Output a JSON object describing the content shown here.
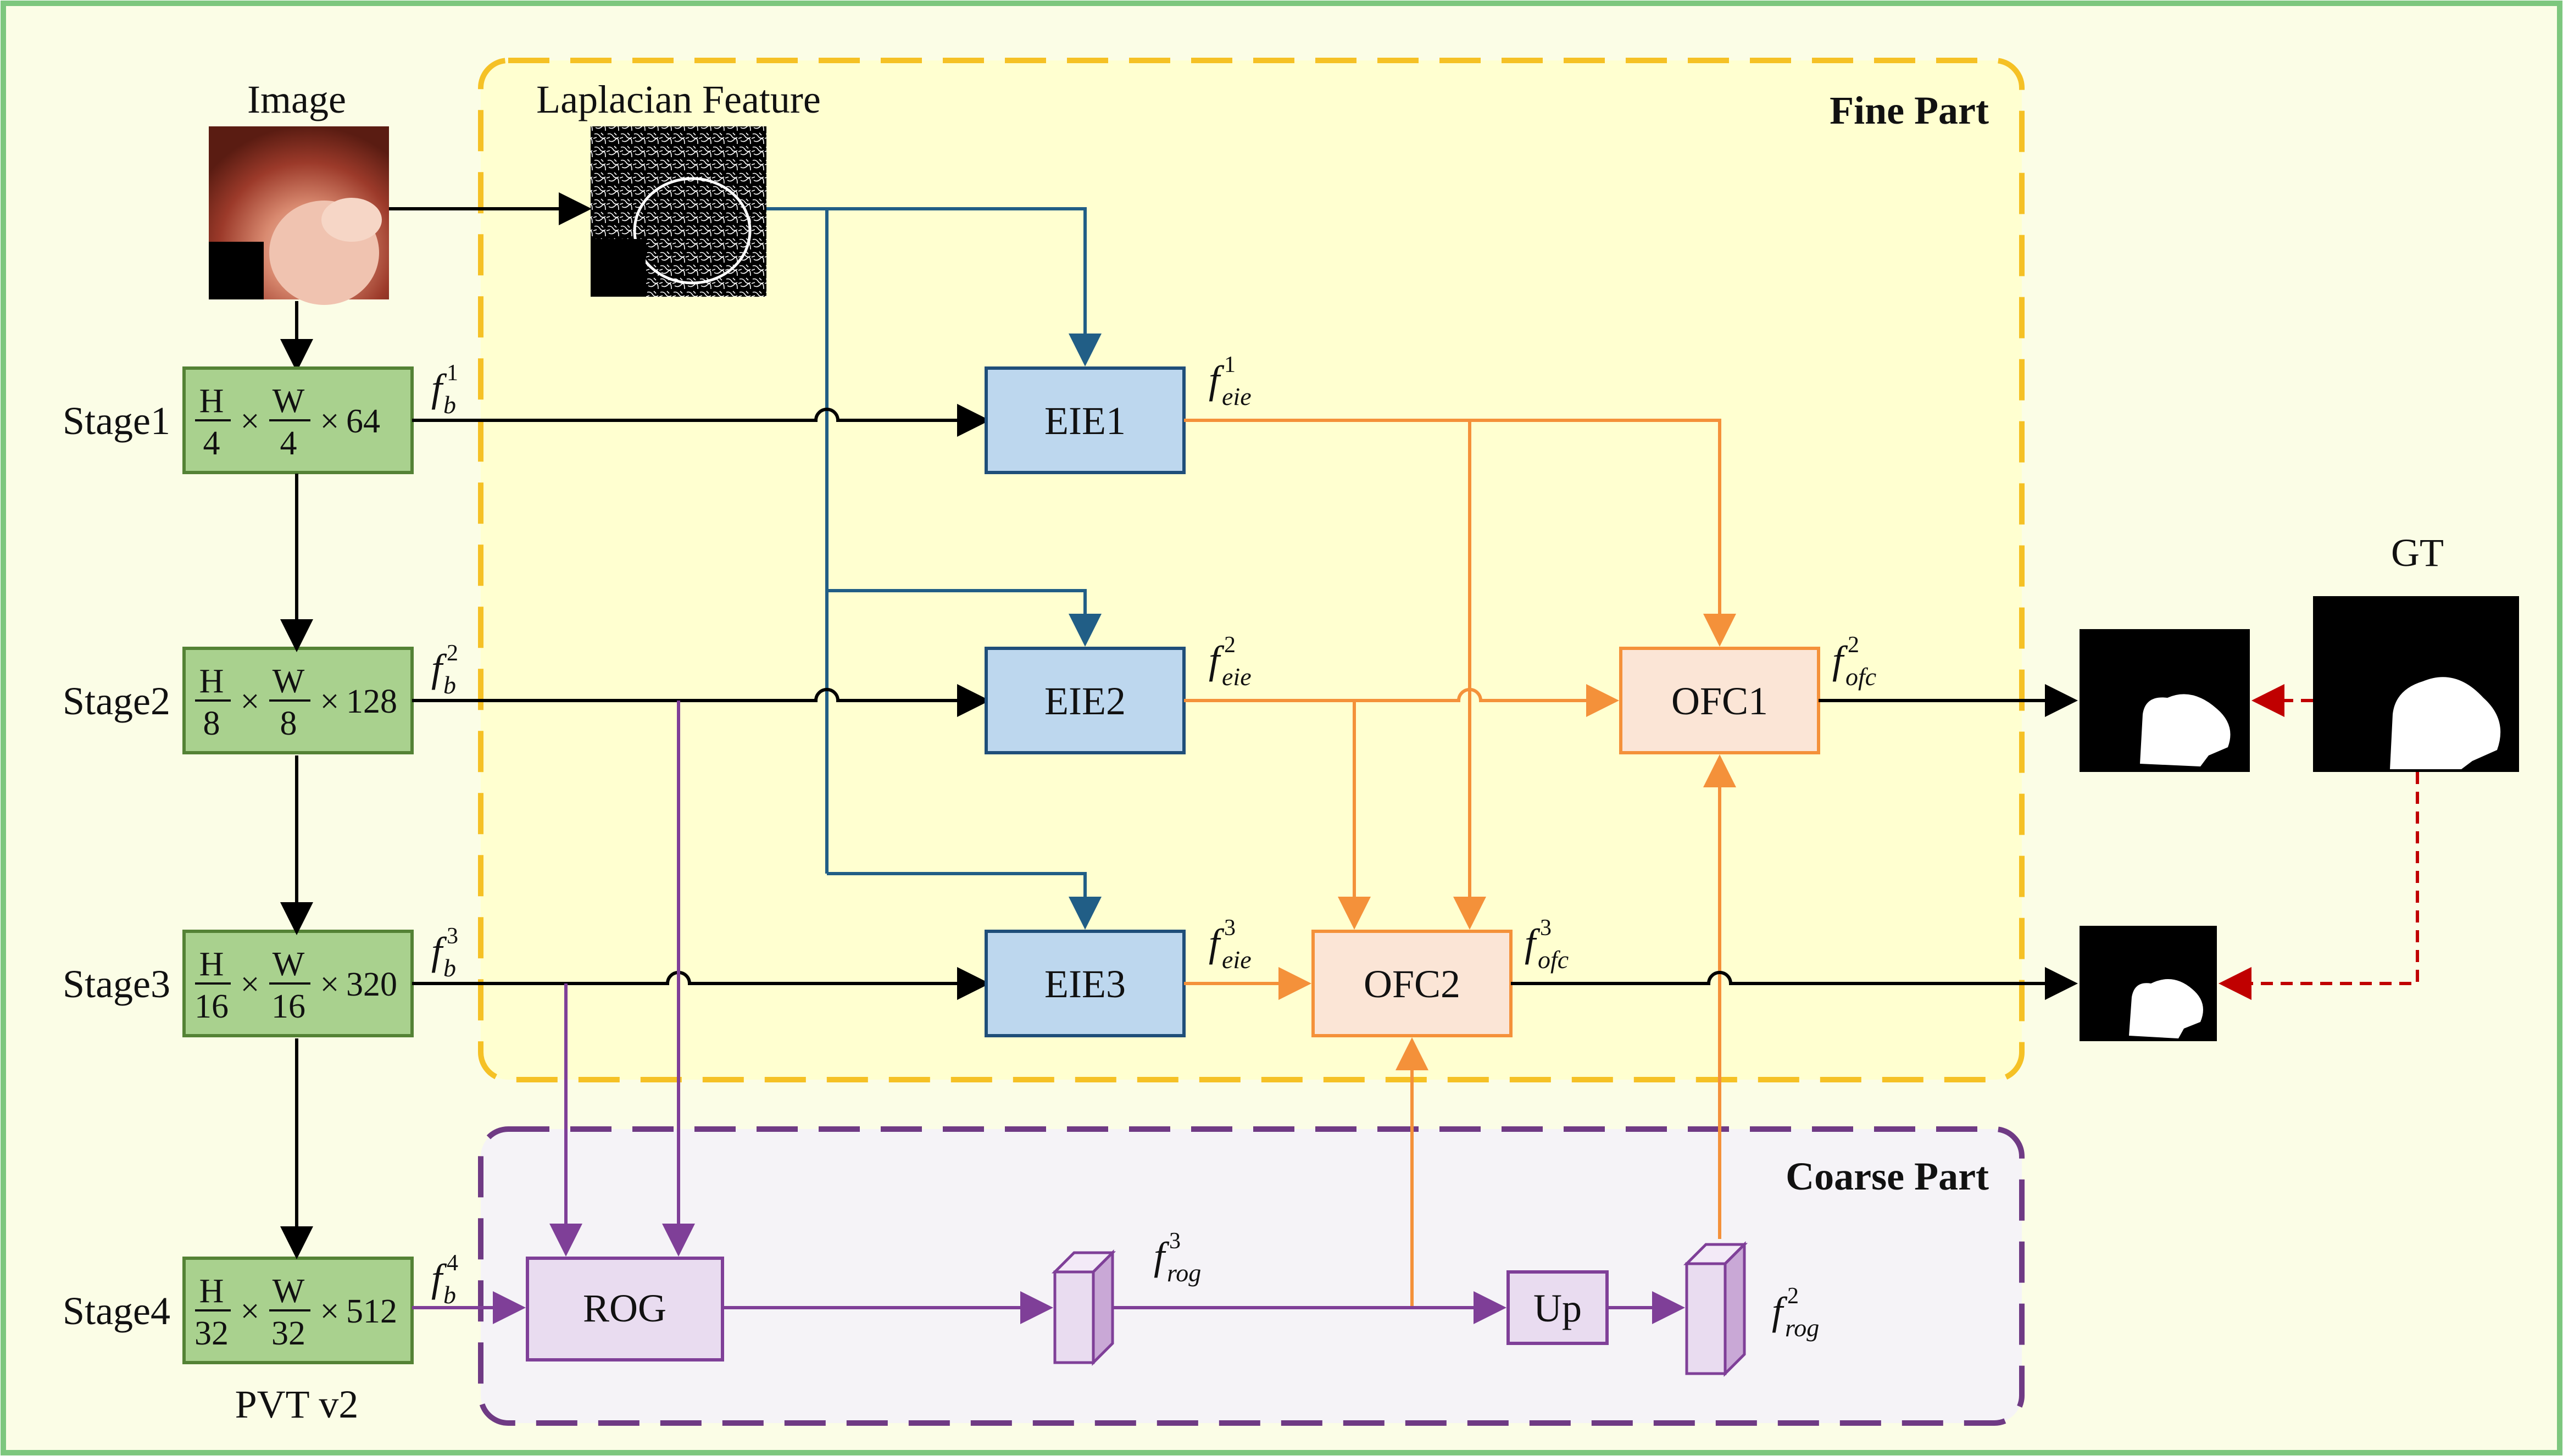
{
  "colors": {
    "background": "#fbfde6",
    "outer_border": "#7dc77e",
    "fine_fill": "#ffffd0",
    "fine_border": "#f5c125",
    "coarse_fill": "#f5f3f7",
    "coarse_border": "#6f3a84",
    "stage_fill": "#a9d18e",
    "stage_border": "#548235",
    "eie_fill": "#bdd7ee",
    "eie_border": "#1f4e79",
    "ofc_fill": "#fbe5d6",
    "ofc_border": "#f4913a",
    "rog_fill": "#e9dcf0",
    "rog_border": "#7f3f98",
    "blue_arrow": "#215e86",
    "orange_arrow": "#f4913a",
    "purple_arrow": "#7f3f98",
    "red_dashed": "#c00000"
  },
  "labels": {
    "image": "Image",
    "laplacian": "Laplacian Feature",
    "fine_part": "Fine Part",
    "coarse_part": "Coarse Part",
    "gt": "GT",
    "backbone": "PVT v2"
  },
  "stages": [
    {
      "name": "Stage1",
      "num": "H",
      "den": "4",
      "num2": "W",
      "den2": "4",
      "ch": "64",
      "feat": "f",
      "sub": "b",
      "sup": "1"
    },
    {
      "name": "Stage2",
      "num": "H",
      "den": "8",
      "num2": "W",
      "den2": "8",
      "ch": "128",
      "feat": "f",
      "sub": "b",
      "sup": "2"
    },
    {
      "name": "Stage3",
      "num": "H",
      "den": "16",
      "num2": "W",
      "den2": "16",
      "ch": "320",
      "feat": "f",
      "sub": "b",
      "sup": "3"
    },
    {
      "name": "Stage4",
      "num": "H",
      "den": "32",
      "num2": "W",
      "den2": "32",
      "ch": "512",
      "feat": "f",
      "sub": "b",
      "sup": "4"
    }
  ],
  "times": "×",
  "modules": {
    "eie1": "EIE1",
    "eie2": "EIE2",
    "eie3": "EIE3",
    "ofc1": "OFC1",
    "ofc2": "OFC2",
    "rog": "ROG",
    "up": "Up"
  },
  "features": {
    "eie1": {
      "f": "f",
      "sub": "eie",
      "sup": "1"
    },
    "eie2": {
      "f": "f",
      "sub": "eie",
      "sup": "2"
    },
    "eie3": {
      "f": "f",
      "sub": "eie",
      "sup": "3"
    },
    "ofc1": {
      "f": "f",
      "sub": "ofc",
      "sup": "2"
    },
    "ofc2": {
      "f": "f",
      "sub": "ofc",
      "sup": "3"
    },
    "rog3": {
      "f": "f",
      "sub": "rog",
      "sup": "3"
    },
    "rog2": {
      "f": "f",
      "sub": "rog",
      "sup": "2"
    }
  }
}
